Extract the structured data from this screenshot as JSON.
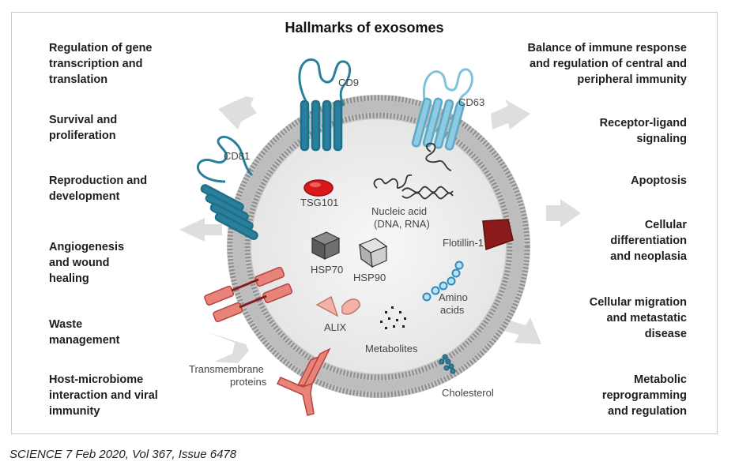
{
  "title": "Hallmarks of exosomes",
  "left_hallmarks": [
    "Regulation of gene\ntranscription and\ntranslation",
    "Survival and\nproliferation",
    "Reproduction and\ndevelopment",
    "Angiogenesis\nand wound\nhealing",
    "Waste\nmanagement",
    "Host-microbiome\ninteraction and viral\nimmunity"
  ],
  "right_hallmarks": [
    "Balance of immune response\nand regulation of central and\nperipheral immunity",
    "Receptor-ligand\nsignaling",
    "Apoptosis",
    "Cellular\ndifferentiation\nand neoplasia",
    "Cellular migration\nand metastatic\ndisease",
    "Metabolic\nreprogramming\nand regulation"
  ],
  "components": {
    "cd9": "CD9",
    "cd63": "CD63",
    "cd81": "CD81",
    "tsg101": "TSG101",
    "nucleic_acid_1": "Nucleic acid",
    "nucleic_acid_2": "(DNA, RNA)",
    "flotillin": "Flotillin-1",
    "hsp70": "HSP70",
    "hsp90": "HSP90",
    "amino_1": "Amino",
    "amino_2": "acids",
    "alix": "ALIX",
    "metabolites": "Metabolites",
    "transmembrane_1": "Transmembrane",
    "transmembrane_2": "proteins",
    "cholesterol": "Cholesterol"
  },
  "colors": {
    "membrane": "#a9a9a9",
    "tetraspanin_dark": "#2a7f9c",
    "tetraspanin_light": "#7ec3dc",
    "tsg101": "#d7191c",
    "flotillin": "#8b1a1a",
    "transmembrane": "#e8837a",
    "amino": "#8fc7e6",
    "arrow": "#dedede"
  },
  "caption": "SCIENCE 7 Feb 2020, Vol 367, Issue 6478"
}
